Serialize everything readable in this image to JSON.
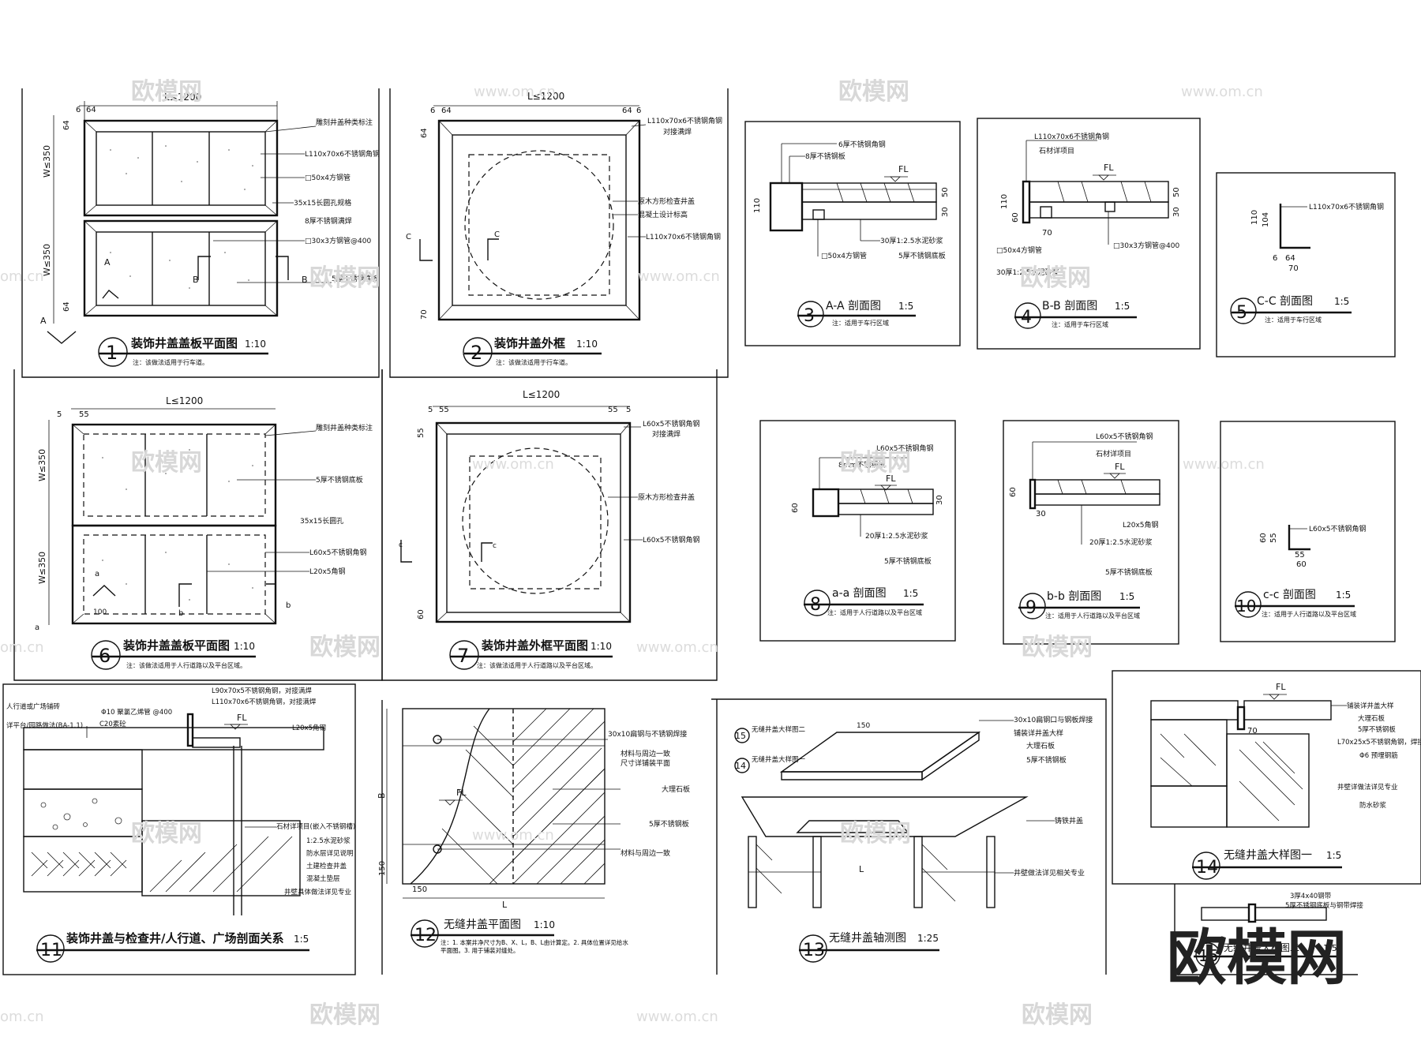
{
  "watermark": {
    "brand": "欧模网",
    "url": "www.om.cn",
    "url_short": "om.cn"
  },
  "details": [
    {
      "num": "1",
      "title": "装饰井盖盖板平面图",
      "scale": "1:10",
      "note": "注：该做法适用于行车道。"
    },
    {
      "num": "2",
      "title": "装饰井盖外框",
      "scale": "1:10",
      "note": "注：该做法适用于行车道。"
    },
    {
      "num": "3",
      "title": "A-A 剖面图",
      "scale": "1:5",
      "note": "注：适用于车行区域"
    },
    {
      "num": "4",
      "title": "B-B 剖面图",
      "scale": "1:5",
      "note": "注：适用于车行区域"
    },
    {
      "num": "5",
      "title": "C-C 剖面图",
      "scale": "1:5",
      "note": "注：适用于车行区域"
    },
    {
      "num": "6",
      "title": "装饰井盖盖板平面图",
      "scale": "1:10",
      "note": "注：该做法适用于人行道路以及平台区域。"
    },
    {
      "num": "7",
      "title": "装饰井盖外框平面图",
      "scale": "1:10",
      "note": "注：该做法适用于人行道路以及平台区域。"
    },
    {
      "num": "8",
      "title": "a-a 剖面图",
      "scale": "1:5",
      "note": "注：适用于人行道路以及平台区域"
    },
    {
      "num": "9",
      "title": "b-b 剖面图",
      "scale": "1:5",
      "note": "注：适用于人行道路以及平台区域"
    },
    {
      "num": "10",
      "title": "c-c 剖面图",
      "scale": "1:5",
      "note": "注：适用于人行道路以及平台区域"
    },
    {
      "num": "11",
      "title": "装饰井盖与检查井/人行道、广场剖面关系",
      "scale": "1:5"
    },
    {
      "num": "12",
      "title": "无缝井盖平面图",
      "scale": "1:10",
      "note": "注：1. 本案井净尺寸为B、X、L，B、L由计算定。2. 具体位置详见给水平面图。3. 用于铺装对缝处。"
    },
    {
      "num": "13",
      "title": "无缝井盖轴测图",
      "scale": "1:25"
    },
    {
      "num": "14",
      "title": "无缝井盖大样图一",
      "scale": "1:5"
    },
    {
      "num": "15",
      "title": "无缝井盖大样图二",
      "scale": "1:5"
    }
  ],
  "dims": {
    "l1200": "L≤1200",
    "w350": "W≤350",
    "n6": "6",
    "n64": "64",
    "n5": "5",
    "n55": "55",
    "n70": "70",
    "n110": "110",
    "n50": "50",
    "n30": "30",
    "n60": "60",
    "n104": "104",
    "n150": "150",
    "L": "L",
    "B": "B",
    "FL": "FL",
    "A": "A",
    "B_sec": "B",
    "C": "C",
    "a": "a",
    "b": "b",
    "c": "c",
    "n100": "100"
  },
  "callouts": {
    "d1": [
      "雕刻井盖种类标注",
      "L110x70x6不锈钢角钢",
      "□50x4方钢管",
      "35x15长圆孔规格",
      "8厚不锈钢满焊",
      "□30x3方钢管@400",
      "5厚不锈钢底板"
    ],
    "d2": [
      "L110x70x6不锈钢角钢",
      "对接满焊",
      "原木方形检查井盖",
      "混凝土设计标高",
      "L110x70x6不锈钢角钢"
    ],
    "d3": [
      "6厚不锈钢角钢",
      "8厚不锈钢板",
      "30厚1:2.5水泥砂浆",
      "5厚不锈钢底板",
      "□50x4方钢管"
    ],
    "d4": [
      "L110x70x6不锈钢角钢",
      "石材详项目",
      "□30x3方钢管@400",
      "□50x4方钢管",
      "30厚1:2.5水泥砂浆"
    ],
    "d5": [
      "L110x70x6不锈钢角钢"
    ],
    "d6": [
      "雕刻井盖种类标注",
      "5厚不锈钢底板",
      "35x15长圆孔",
      "L60x5不锈钢角钢",
      "L20x5角钢"
    ],
    "d7": [
      "L60x5不锈钢角钢",
      "对接满焊",
      "原木方形检查井盖",
      "L60x5不锈钢角钢"
    ],
    "d8": [
      "L60x5不锈钢角钢",
      "8mm不锈钢板",
      "20厚1:2.5水泥砂浆",
      "5厚不锈钢底板"
    ],
    "d9": [
      "L60x5不锈钢角钢",
      "石材详项目",
      "L20x5角钢",
      "20厚1:2.5水泥砂浆",
      "5厚不锈钢底板"
    ],
    "d10": [
      "L60x5不锈钢角钢"
    ],
    "d11": [
      "人行道或广场铺砖",
      "C20素砼",
      "详平台/园路做法(BA-1.1)",
      "Φ10 聚氯乙烯管 @400",
      "L90x70x5不锈钢角钢，对接满焊",
      "L110x70x6不锈钢角钢，对接满焊",
      "L20x5角钢",
      "石材详项目(嵌入不锈钢槽)",
      "1:2.5水泥砂浆",
      "防水层详见说明",
      "土建检查井盖",
      "混凝土垫层",
      "井壁具体做法详见专业"
    ],
    "d12": [
      "30x10扁钢与不锈钢焊接",
      "材料与周边一致",
      "尺寸详铺装平面",
      "大理石板",
      "5厚不锈钢板",
      "材料与周边一致"
    ],
    "d13": [
      "30x10扁钢口与钢板焊接",
      "铺装详井盖大样",
      "大理石板",
      "5厚不锈钢板",
      "铸铁井盖",
      "井壁做法详见相关专业"
    ],
    "d14": [
      "铺装详井盖大样",
      "大理石板",
      "5厚不锈钢板",
      "L70x25x5不锈钢角钢，焊接",
      "Φ6 预埋钢筋",
      "井壁详做法详见专业",
      "防水砂浆"
    ],
    "d15": [
      "3厚4x40钢带",
      "5厚不锈钢底板与钢带焊接"
    ]
  }
}
